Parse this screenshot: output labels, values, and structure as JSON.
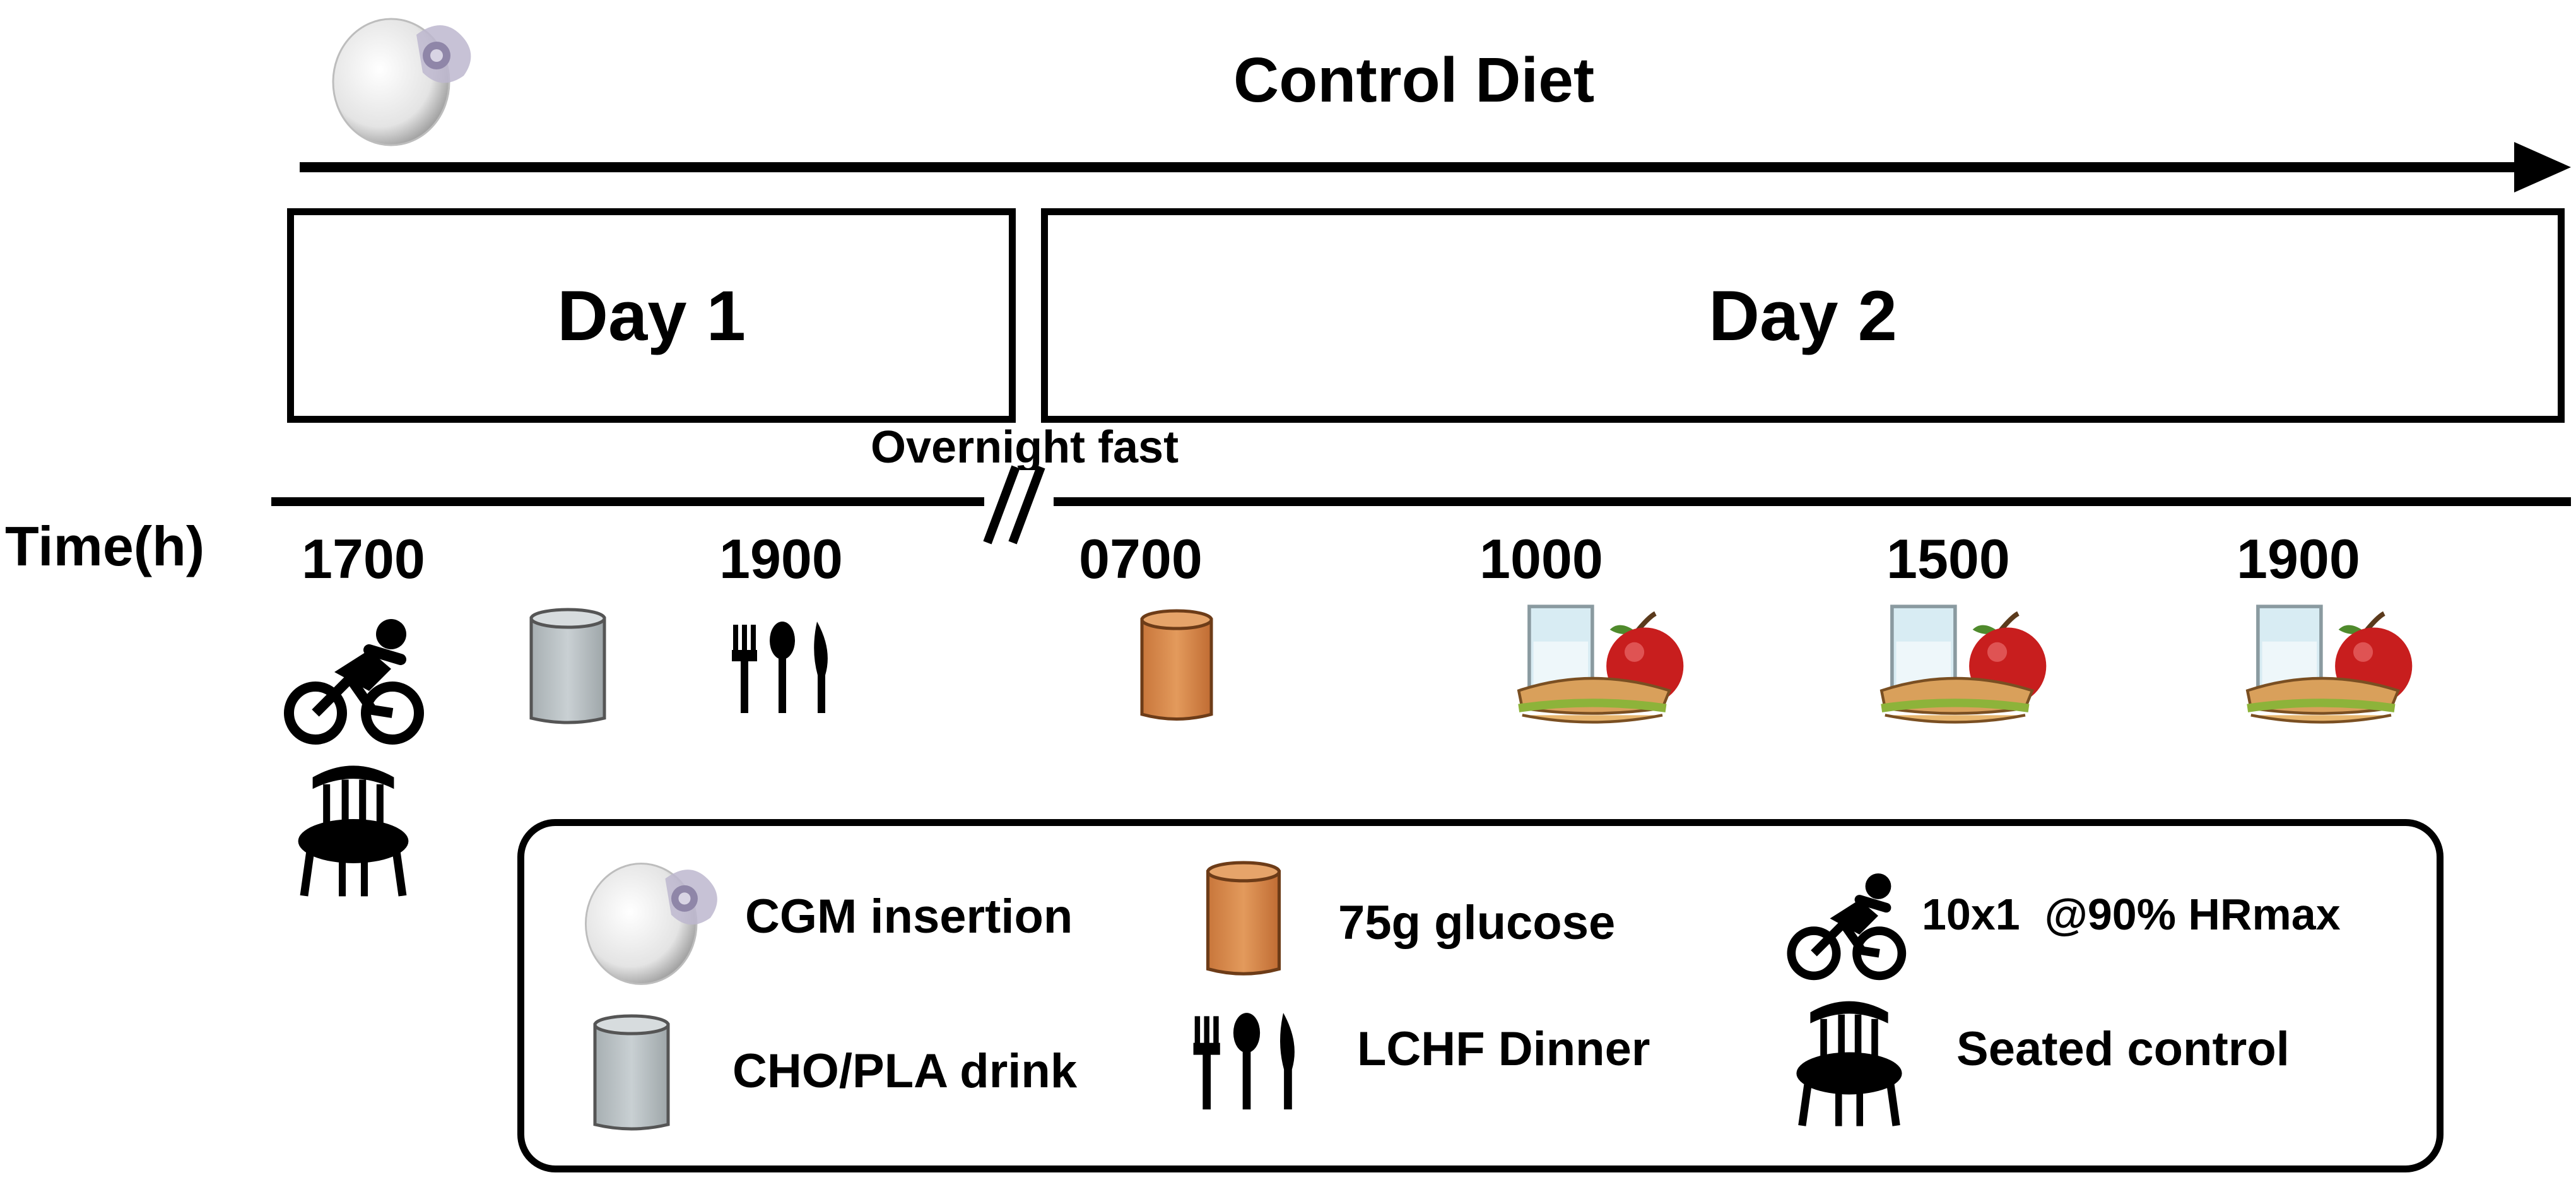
{
  "header": {
    "title": "Control Diet"
  },
  "days": [
    {
      "label": "Day 1"
    },
    {
      "label": "Day 2"
    }
  ],
  "timeline": {
    "axis_label": "Time(h)",
    "break_label": "Overnight fast",
    "ticks": [
      "1700",
      "1900",
      "0700",
      "1000",
      "1500",
      "1900"
    ]
  },
  "legend": {
    "items": [
      {
        "label": "CGM insertion",
        "icon": "cgm-sensor-icon"
      },
      {
        "label": "75g glucose",
        "icon": "glucose-drink-icon"
      },
      {
        "label": "10x1  @90% HRmax",
        "icon": "cyclist-icon"
      },
      {
        "label": "CHO/PLA drink",
        "icon": "drink-cup-icon"
      },
      {
        "label": "LCHF Dinner",
        "icon": "cutlery-icon"
      },
      {
        "label": "Seated control",
        "icon": "chair-icon"
      }
    ]
  },
  "colors": {
    "glucose": "#D9894A",
    "drink": "#B9C1C4",
    "bread": "#D9A05B",
    "apple": "#C81E1E",
    "lettuce": "#8DB33A",
    "glass": "#D8ECF3"
  }
}
